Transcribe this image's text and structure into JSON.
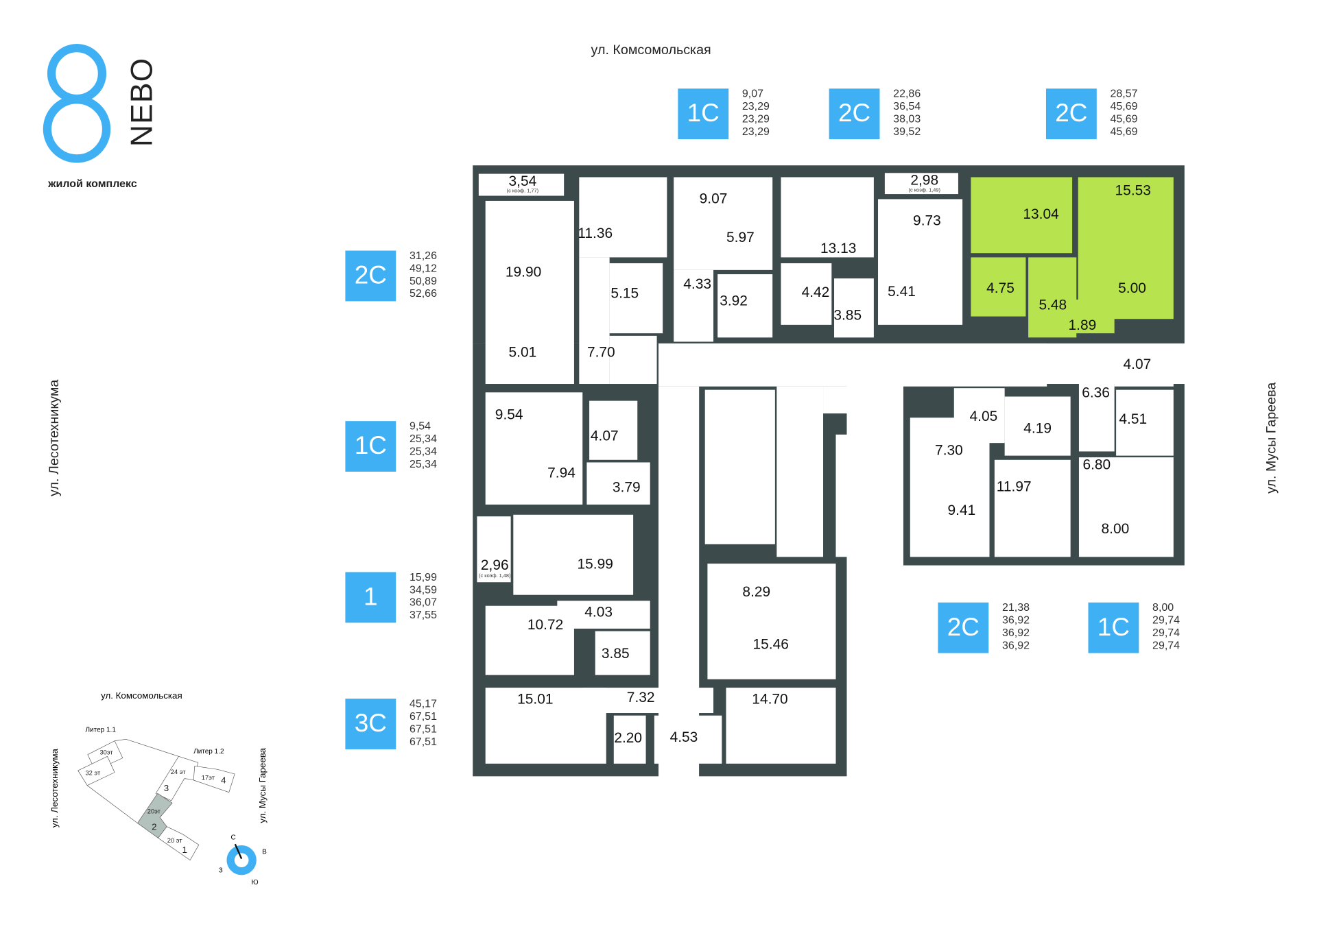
{
  "logo": {
    "brand": "NEBO",
    "numeral": "8",
    "subtitle": "жилой комплекс",
    "color": "#40b0f5"
  },
  "streets": {
    "top": "ул. Комсомольская",
    "left": "ул. Лесотехникума",
    "right": "ул. Мусы Гареева"
  },
  "legend": [
    {
      "type": "1С",
      "values": [
        "9,07",
        "23,29",
        "23,29",
        "23,29"
      ]
    },
    {
      "type": "2С",
      "values": [
        "22,86",
        "36,54",
        "38,03",
        "39,52"
      ]
    },
    {
      "type": "2С",
      "values": [
        "28,57",
        "45,69",
        "45,69",
        "45,69"
      ]
    },
    {
      "type": "2С",
      "values": [
        "31,26",
        "49,12",
        "50,89",
        "52,66"
      ]
    },
    {
      "type": "1С",
      "values": [
        "9,54",
        "25,34",
        "25,34",
        "25,34"
      ]
    },
    {
      "type": "1",
      "values": [
        "15,99",
        "34,59",
        "36,07",
        "37,55"
      ]
    },
    {
      "type": "3С",
      "values": [
        "45,17",
        "67,51",
        "67,51",
        "67,51"
      ]
    },
    {
      "type": "2С",
      "values": [
        "21,38",
        "36,92",
        "36,92",
        "36,92"
      ]
    },
    {
      "type": "1С",
      "values": [
        "8,00",
        "29,74",
        "29,74",
        "29,74"
      ]
    }
  ],
  "rooms": [
    "3,54",
    "19.90",
    "5.01",
    "11.36",
    "5.15",
    "7.70",
    "9.07",
    "5.97",
    "4.33",
    "3.92",
    "13.13",
    "4.42",
    "3.85",
    "2,98",
    "9.73",
    "5.41",
    "13.04",
    "15.53",
    "4.75",
    "5.48",
    "5.00",
    "1.89",
    "4.07",
    "6.36",
    "4.51",
    "6.80",
    "8.00",
    "4.05",
    "4.19",
    "7.30",
    "9.41",
    "11.97",
    "9.54",
    "4.07",
    "7.94",
    "3.79",
    "2,96",
    "15.99",
    "4.03",
    "10.72",
    "3.85",
    "8.29",
    "15.46",
    "15.01",
    "7.32",
    "2.20",
    "4.53",
    "14.70"
  ],
  "room_notes": [
    "(с коэф. 1,77)",
    "(с коэф. 1,49)",
    "(с коэф. 1,48)"
  ],
  "highlight_color": "#b7e34f",
  "minimap": {
    "street_top": "ул. Комсомольская",
    "street_left": "ул. Лесотехникума",
    "street_right": "ул. Мусы Гареева",
    "liter_1": "Литер 1.1",
    "liter_2": "Литер 1.2",
    "blocks": [
      {
        "num": "",
        "floors": "30эт"
      },
      {
        "num": "",
        "floors": "32 эт"
      },
      {
        "num": "3",
        "floors": "24 эт"
      },
      {
        "num": "4",
        "floors": "17эт"
      },
      {
        "num": "2",
        "floors": "20эт"
      },
      {
        "num": "1",
        "floors": "20 эт"
      }
    ],
    "compass": {
      "n": "С",
      "e": "В",
      "w": "З",
      "s": "Ю"
    }
  }
}
